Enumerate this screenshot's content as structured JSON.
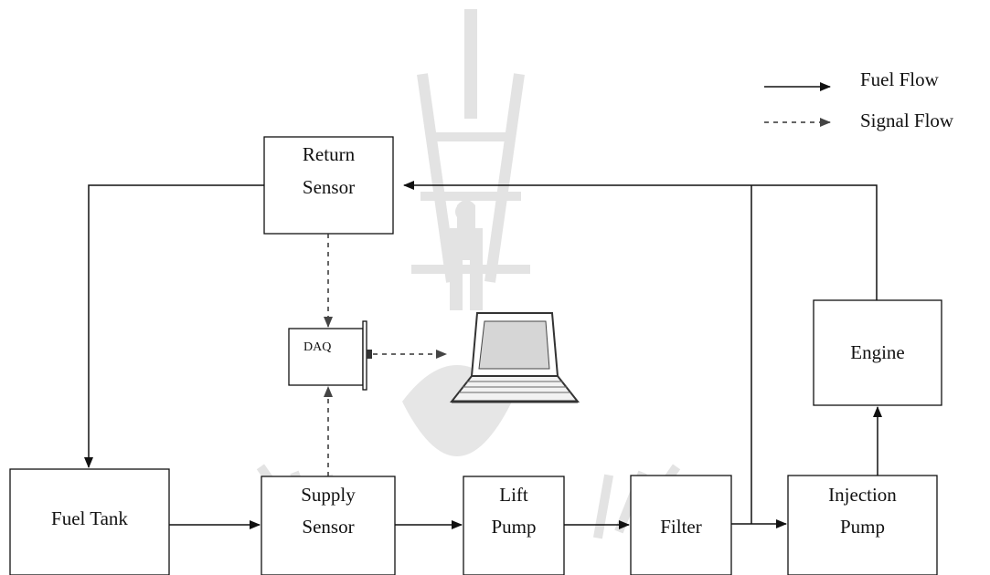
{
  "legend": {
    "fuel_flow": "Fuel Flow",
    "signal_flow": "Signal Flow"
  },
  "blocks": {
    "return_sensor": [
      "Return",
      "Sensor"
    ],
    "daq": "DAQ",
    "fuel_tank": "Fuel Tank",
    "supply_sensor": [
      "Supply",
      "Sensor"
    ],
    "lift_pump": [
      "Lift",
      "Pump"
    ],
    "filter": "Filter",
    "injection_pump": [
      "Injection",
      "Pump"
    ],
    "engine": "Engine"
  },
  "icons": {
    "computer": "laptop-icon",
    "watermark": "university-emblem"
  }
}
